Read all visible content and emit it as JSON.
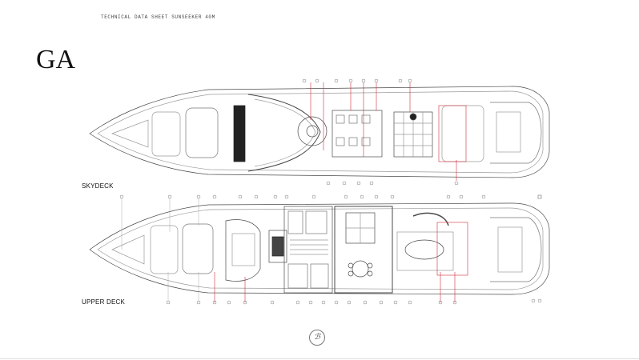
{
  "header": {
    "sheet_title": "TECHNICAL DATA SHEET SUNSEEKER 40M",
    "section_title": "GA"
  },
  "decks": {
    "skydeck": {
      "label": "SKYDECK"
    },
    "upper": {
      "label": "UPPER DECK"
    }
  },
  "colors": {
    "line": "#4a4a4a",
    "light_line": "#9a9a9a",
    "callout_red": "#d0303a",
    "dark_fill": "#222222"
  },
  "logo": {
    "icon": "sunseeker-logo-icon"
  }
}
